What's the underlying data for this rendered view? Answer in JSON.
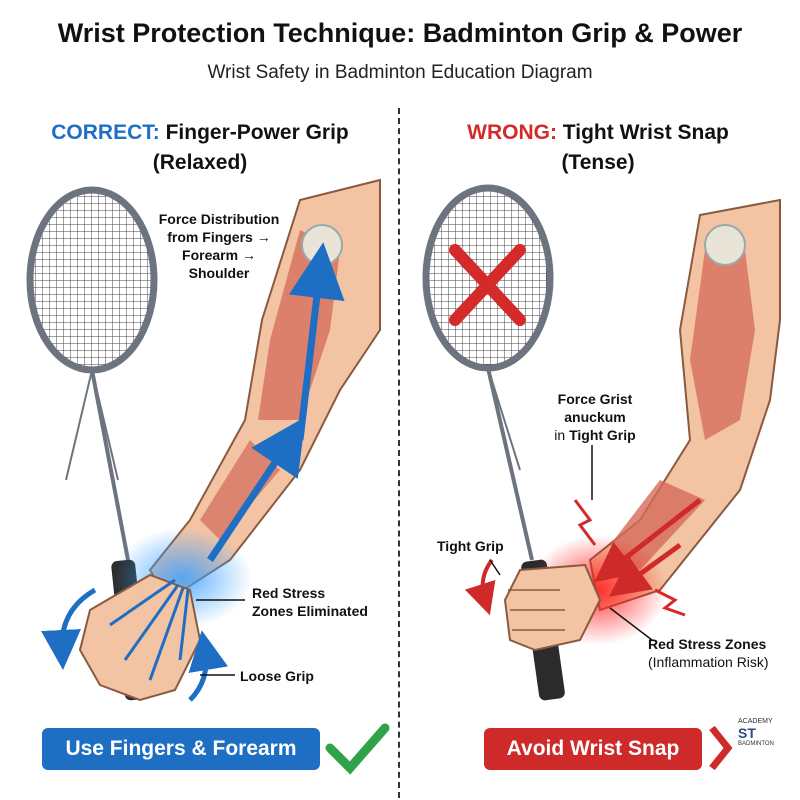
{
  "title": "Wrist Protection Technique: Badminton Grip & Power",
  "subtitle": "Wrist Safety in Badminton Education Diagram",
  "left_panel": {
    "heading_prefix": "CORRECT:",
    "heading_main": "Finger-Power Grip",
    "heading_sub": "(Relaxed)",
    "force_label_lines": [
      "Force Distribution",
      "from Fingers →",
      "Forearm →",
      "Shoulder"
    ],
    "stress_label_lines": [
      "Red Stress",
      "Zones Eliminated"
    ],
    "grip_label": "Loose Grip",
    "bottom_label": "Use Fingers & Forearm",
    "accent_color": "#1e6ec4"
  },
  "right_panel": {
    "heading_prefix": "WRONG:",
    "heading_main": "Tight Wrist Snap",
    "heading_sub": "(Tense)",
    "force_label_lines": [
      "Force Grist",
      "anuckum",
      "in Tight Grip"
    ],
    "force_label_bold_suffix": "Tight Grip",
    "grip_label": "Tight Grip",
    "stress_label": "Red Stress Zones",
    "stress_sublabel": "(Inflammation Risk)",
    "bottom_label": "Avoid Wrist Snap",
    "accent_color": "#cf2a2a"
  },
  "logo": {
    "line1": "ACADEMY",
    "mark": "ST",
    "line2": "BADMINTON"
  }
}
